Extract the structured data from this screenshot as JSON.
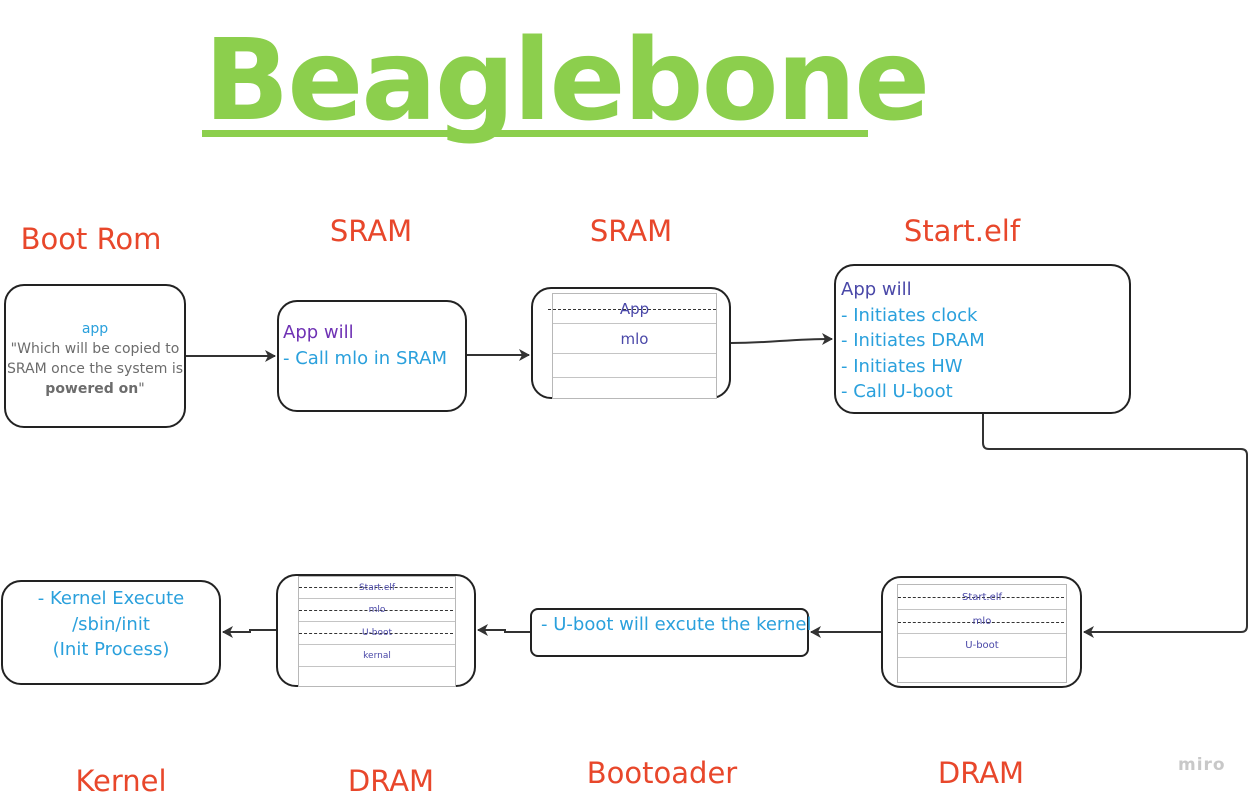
{
  "title": "Beaglebone",
  "labels": {
    "boot_rom": "Boot Rom",
    "sram_1": "SRAM",
    "sram_2": "SRAM",
    "start_elf": "Start.elf",
    "kernel": "Kernel",
    "dram_1": "DRAM",
    "bootloader": "Bootoader",
    "dram_2": "DRAM"
  },
  "boot_rom_box": {
    "app": "app",
    "line1": "\"Which will be copied to",
    "line2": "SRAM once the system is",
    "line3_bold": "powered on",
    "line3_end": "\""
  },
  "sram_box": {
    "line1": "App will",
    "line2": "- Call mlo in SRAM"
  },
  "sram_mem": {
    "row1": "App",
    "row2": "mlo"
  },
  "start_elf_box": {
    "line1": "App will",
    "line2": "- Initiates clock",
    "line3": "- Initiates DRAM",
    "line4": "- Initiates HW",
    "line5": "- Call U-boot"
  },
  "dram_right_mem": {
    "row1": "Start.elf",
    "row2": "mlo",
    "row3": "U-boot"
  },
  "bootloader_box": {
    "line1": "- U-boot will excute the kernel"
  },
  "dram_left_mem": {
    "row1": "Start.elf",
    "row2": "mlo",
    "row3": "U-boot",
    "row4": "kernal"
  },
  "kernel_box": {
    "line1": "- Kernel Execute",
    "line2": "/sbin/init",
    "line3": "(Init Process)"
  },
  "watermark": "miro",
  "colors": {
    "title": "#8ccf4d",
    "label": "#e8472b",
    "text_blue": "#2aa0dc",
    "text_indigo": "#4a48a8",
    "text_purple": "#6f32b4"
  }
}
